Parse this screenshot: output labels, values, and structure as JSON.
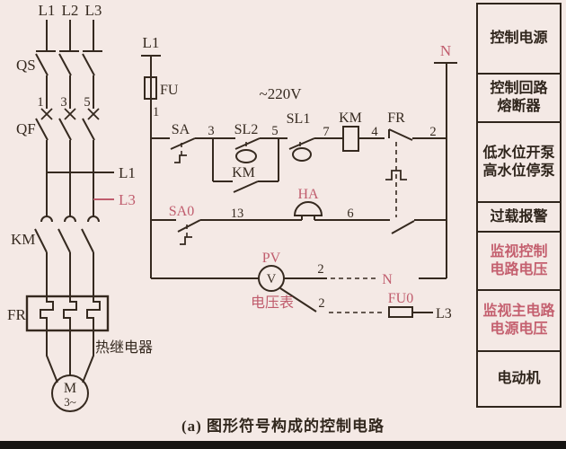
{
  "colors": {
    "background": "#f4e9e5",
    "line": "#35291f",
    "accent_pink": "#c05c6d"
  },
  "main": {
    "l1": "L1",
    "l2": "L2",
    "l3": "L3",
    "qs": "QS",
    "qf": "QF",
    "t1": "1",
    "t3": "3",
    "t5": "5",
    "tap_l1": "L1",
    "tap_l3": "L3",
    "km": "KM",
    "fr": "FR",
    "thermal_relay": "热继电器",
    "motor_m": "M",
    "motor_3": "3~"
  },
  "control": {
    "l1": "L1",
    "fu": "FU",
    "w1": "1",
    "voltage": "~220V",
    "n_top": "N",
    "sa": "SA",
    "w3": "3",
    "sl2": "SL2",
    "w5": "5",
    "km_aux": "KM",
    "sl1": "SL1",
    "w7": "7",
    "km_coil": "KM",
    "w4": "4",
    "fr": "FR",
    "w2": "2",
    "sa0": "SA0",
    "w13": "13",
    "ha": "HA",
    "w6": "6",
    "pv": "PV",
    "v": "V",
    "voltmeter": "电压表",
    "w2n": "2",
    "n_mid": "N",
    "w2l3": "2",
    "fu0": "FU0",
    "l3_out": "L3"
  },
  "legend": {
    "items": [
      {
        "label": "控制电源",
        "pink": false
      },
      {
        "label": "控制回路\n熔断器",
        "pink": false
      },
      {
        "label": "低水位开泵\n高水位停泵",
        "pink": false
      },
      {
        "label": "过载报警",
        "pink": false
      },
      {
        "label": "监视控制\n电路电压",
        "pink": true
      },
      {
        "label": "监视主电路\n电源电压",
        "pink": true
      },
      {
        "label": "电动机",
        "pink": false
      }
    ]
  },
  "caption": "(a)  图形符号构成的控制电路"
}
